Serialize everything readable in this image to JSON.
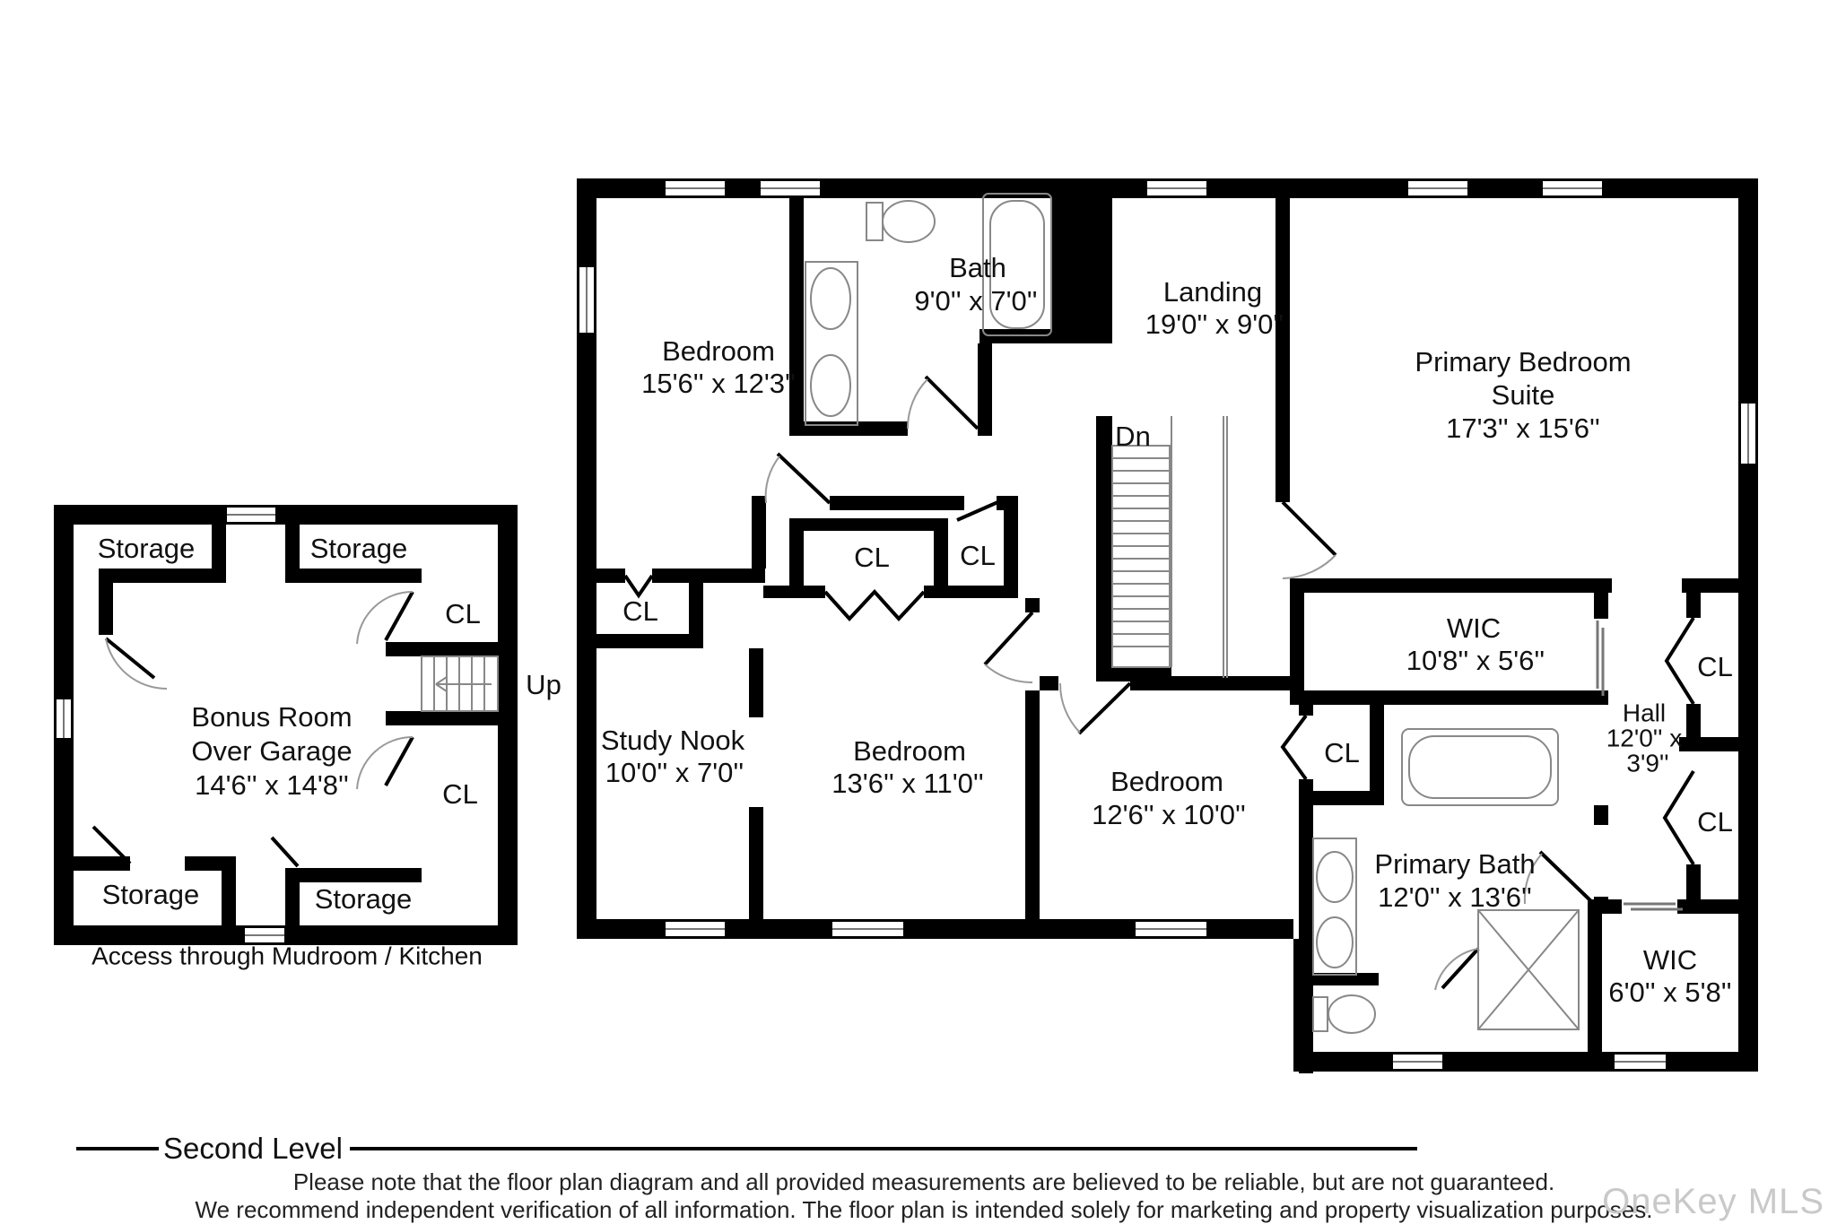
{
  "page": {
    "level_label": "Second Level",
    "disclaimer_line1": "Please note that the floor plan diagram and all provided measurements are believed to be reliable, but are not guaranteed.",
    "disclaimer_line2": "We recommend independent verification of all information. The floor plan is intended solely for marketing and property visualization purposes.",
    "watermark": "OneKey MLS"
  },
  "garage_wing": {
    "storage_tl": "Storage",
    "storage_tr": "Storage",
    "storage_bl": "Storage",
    "storage_br": "Storage",
    "closet_upper": "CL",
    "closet_lower": "CL",
    "bonus_line1": "Bonus Room",
    "bonus_line2": "Over Garage",
    "bonus_dims": "14'6'' x 14'8''",
    "stair_up": "Up",
    "access_note": "Access through Mudroom / Kitchen"
  },
  "main": {
    "bedroom1": {
      "name": "Bedroom",
      "dims": "15'6'' x 12'3''"
    },
    "bath": {
      "name": "Bath",
      "dims": "9'0'' x 7'0''"
    },
    "landing": {
      "name": "Landing",
      "dims": "19'0'' x 9'0''"
    },
    "primary_suite": {
      "line1": "Primary Bedroom",
      "line2": "Suite",
      "dims": "17'3'' x 15'6''"
    },
    "stair_dn": "Dn",
    "closet_center_left": "CL",
    "closet_center_right": "CL",
    "closet_study": "CL",
    "closet_bedroom3": "CL",
    "closet_right_top": "CL",
    "closet_right_bottom": "CL",
    "study": {
      "name": "Study Nook",
      "dims": "10'0'' x 7'0''"
    },
    "bedroom2": {
      "name": "Bedroom",
      "dims": "13'6'' x 11'0''"
    },
    "bedroom3": {
      "name": "Bedroom",
      "dims": "12'6'' x 10'0''"
    },
    "wic1": {
      "name": "WIC",
      "dims": "10'8'' x 5'6''"
    },
    "hall": {
      "name": "Hall",
      "dims_line1": "12'0'' x",
      "dims_line2": "3'9''"
    },
    "primary_bath": {
      "name": "Primary Bath",
      "dims": "12'0'' x 13'6''"
    },
    "wic2": {
      "name": "WIC",
      "dims": "6'0'' x 5'8''"
    }
  }
}
